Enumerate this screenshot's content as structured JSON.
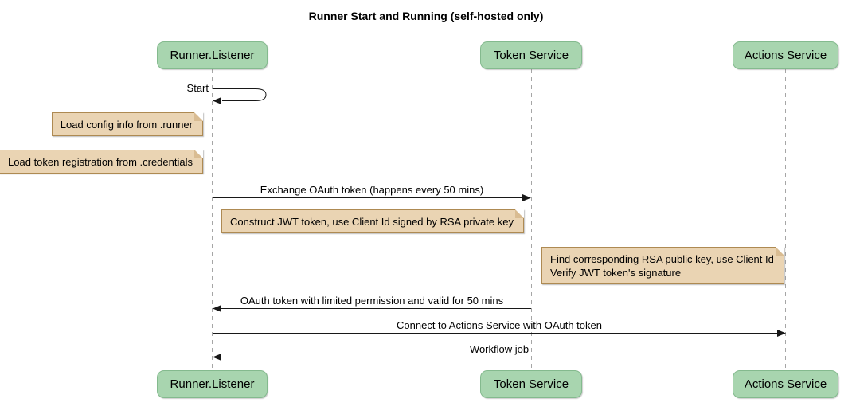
{
  "title": "Runner Start and Running (self-hosted only)",
  "diagram": {
    "type": "sequence",
    "participants": [
      {
        "label": "Runner.Listener"
      },
      {
        "label": "Token Service"
      },
      {
        "label": "Actions Service"
      }
    ],
    "messages": [
      {
        "from": "Runner.Listener",
        "to": "Runner.Listener",
        "style": "self",
        "label": "Start"
      },
      {
        "from": "Runner.Listener",
        "to": "Token Service",
        "style": "solid-arrow",
        "label": "Exchange OAuth token (happens every 50 mins)"
      },
      {
        "from": "Token Service",
        "to": "Runner.Listener",
        "style": "solid-arrow",
        "label": "OAuth token with limited permission and valid for 50 mins"
      },
      {
        "from": "Runner.Listener",
        "to": "Actions Service",
        "style": "solid-arrow",
        "label": "Connect to Actions Service with OAuth token"
      },
      {
        "from": "Actions Service",
        "to": "Runner.Listener",
        "style": "solid-arrow",
        "label": "Workflow job"
      }
    ],
    "notes": [
      {
        "placement": "left of Runner.Listener",
        "lines": [
          "Load config info from .runner"
        ]
      },
      {
        "placement": "left of Runner.Listener",
        "lines": [
          "Load token registration from .credentials"
        ]
      },
      {
        "placement": "right of Runner.Listener",
        "lines": [
          "Construct JWT token, use Client Id signed by RSA private key"
        ]
      },
      {
        "placement": "right of Token Service",
        "lines": [
          "Find corresponding RSA public key, use Client Id",
          "Verify JWT token's signature"
        ]
      }
    ],
    "colors": {
      "participant_fill": "#A8D5AF",
      "participant_border": "#84BA8E",
      "note_fill": "#EAD4B3",
      "note_border": "#AE8A52",
      "lifeline": "#A6A6A6",
      "arrow": "#181818",
      "text": "#000000",
      "background": "#FFFFFF"
    }
  }
}
